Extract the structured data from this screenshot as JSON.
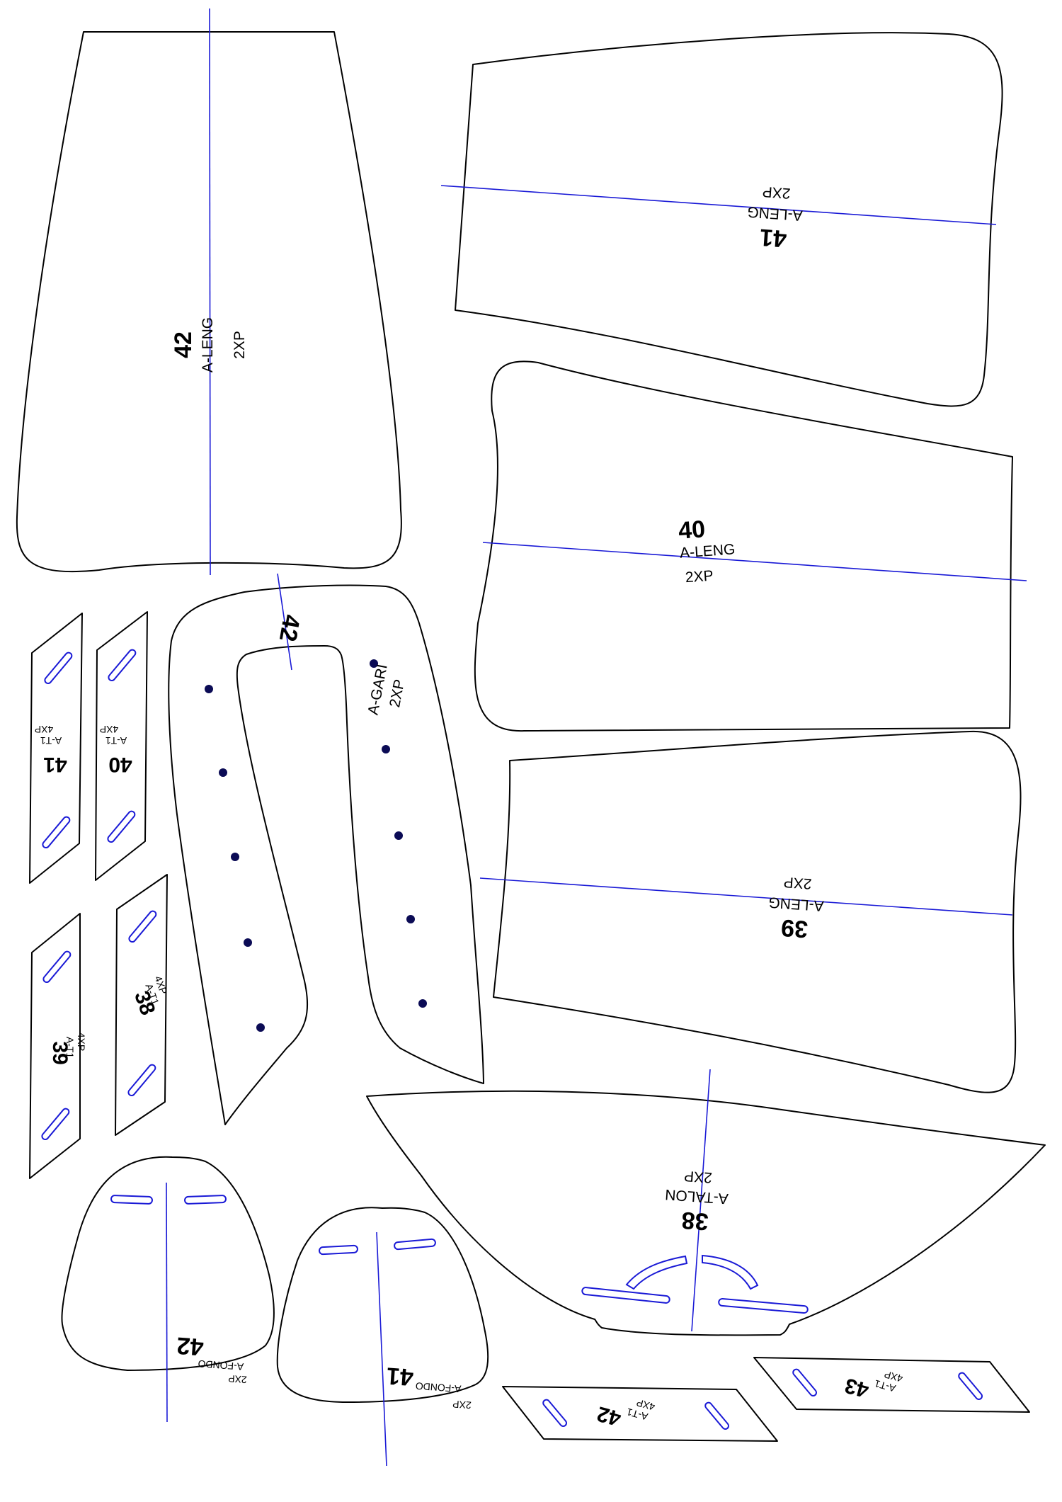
{
  "pieces": {
    "leng_42": {
      "size": "42",
      "code": "A-LENG",
      "qty": "2XP"
    },
    "leng_41": {
      "size": "41",
      "code": "A-LENG",
      "qty": "2XP"
    },
    "leng_40": {
      "size": "40",
      "code": "A-LENG",
      "qty": "2XP"
    },
    "leng_39": {
      "size": "39",
      "code": "A-LENG",
      "qty": "2XP"
    },
    "gari_42": {
      "size": "42",
      "code": "A-GARI",
      "qty": "2XP"
    },
    "talon_38": {
      "size": "38",
      "code": "A-TALON",
      "qty": "2XP"
    },
    "fondo_42": {
      "size": "42",
      "code": "A-FONDO",
      "qty": "2XP"
    },
    "fondo_41": {
      "size": "41",
      "code": "A-FONDO",
      "qty": "2XP"
    },
    "t1_41": {
      "size": "41",
      "code": "A-T1",
      "qty": "4XP"
    },
    "t1_40": {
      "size": "40",
      "code": "A-T1",
      "qty": "4XP"
    },
    "t1_39": {
      "size": "39",
      "code": "A-T1",
      "qty": "4XP"
    },
    "t1_38": {
      "size": "38",
      "code": "A-T1",
      "qty": "4XP"
    },
    "t1_42": {
      "size": "42",
      "code": "A-T1",
      "qty": "4XP"
    },
    "t1_43": {
      "size": "43",
      "code": "A-T1",
      "qty": "4XP"
    }
  },
  "colors": {
    "outline": "#000000",
    "grain_line": "#1a1ad6",
    "punch_hole": "#0b0b55"
  }
}
